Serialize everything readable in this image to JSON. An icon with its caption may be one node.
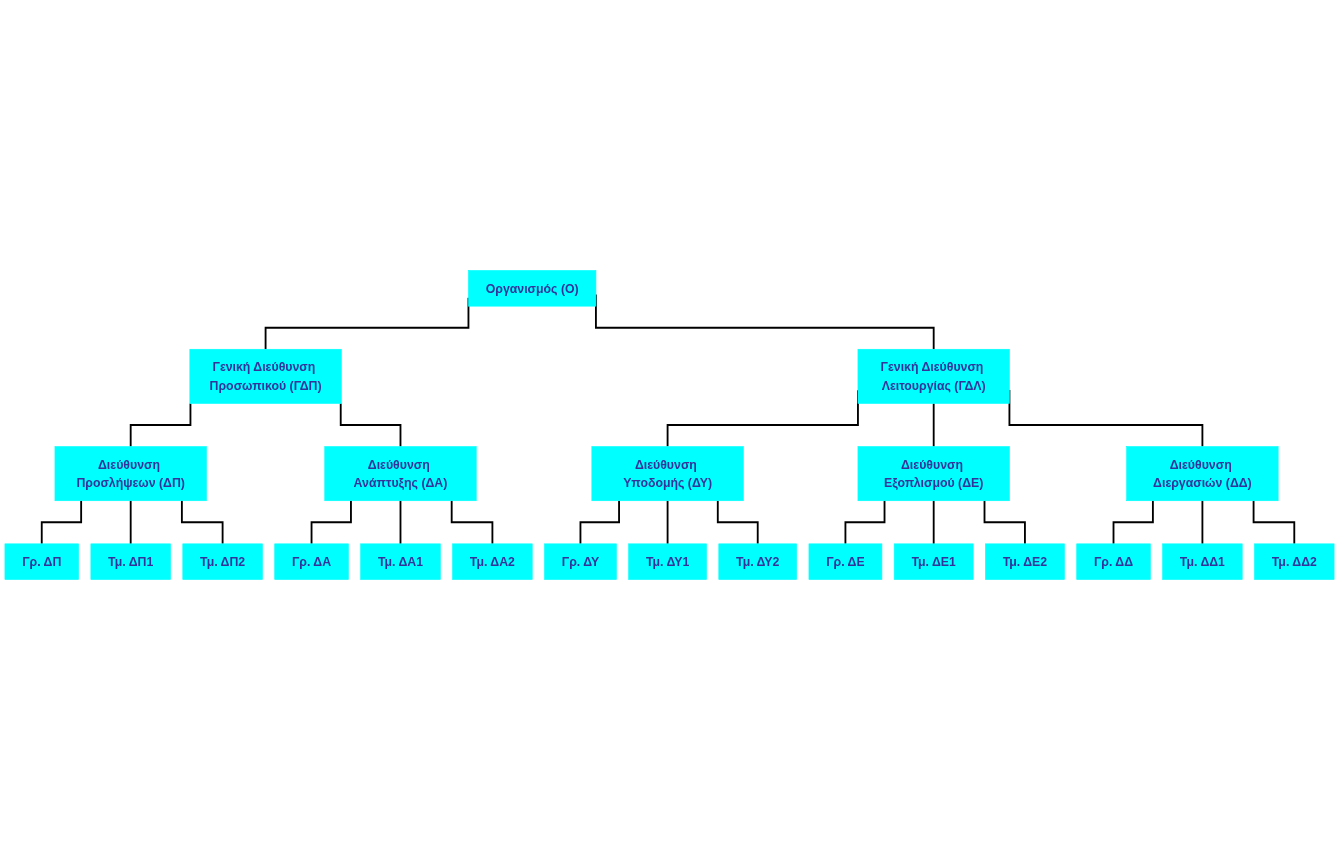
{
  "diagram": {
    "nodes": [
      {
        "text": [
          "Οργανισμός (Ο)"
        ]
      },
      {
        "text": [
          "Γενική Διεύθυνση Προσωπικού (ΓΔΠ)"
        ]
      },
      {
        "text": [
          "Γενική Διεύθυνση Λειτουργίας (ΓΔΛ)"
        ]
      },
      {
        "text": [
          "Διεύθυνση Προσλήψεων (ΔΠ)"
        ]
      },
      {
        "text": [
          "Διεύθυνση Ανάπτυξης (ΔΑ)"
        ]
      },
      {
        "text": [
          "Διεύθυνση Υποδομής (ΔΥ)"
        ]
      },
      {
        "text": [
          "Διεύθυνση Εξοπλισμού (ΔΕ)"
        ]
      },
      {
        "text": [
          "Διεύθυνση Διεργασιών (ΔΔ)"
        ]
      },
      {
        "text": [
          "Γρ. ΔΠ"
        ]
      },
      {
        "text": [
          "Τμ. ΔΠ1"
        ]
      },
      {
        "text": [
          "Τμ. ΔΠ2"
        ]
      },
      {
        "text": [
          "Γρ. ΔΑ"
        ]
      },
      {
        "text": [
          "Τμ. ΔΑ1"
        ]
      },
      {
        "text": [
          "Τμ. ΔΑ2"
        ]
      },
      {
        "text": [
          "Γρ. ΔΥ"
        ]
      },
      {
        "text": [
          "Τμ. ΔΥ1"
        ]
      },
      {
        "text": [
          "Τμ. ΔΥ2"
        ]
      },
      {
        "text": [
          "Γρ. ΔΕ"
        ]
      },
      {
        "text": [
          "Τμ. ΔΕ1"
        ]
      },
      {
        "text": [
          "Τμ. ΔΕ2"
        ]
      },
      {
        "text": [
          "Γρ. ΔΔ"
        ]
      },
      {
        "text": [
          "Τμ. ΔΔ1"
        ]
      },
      {
        "text": [
          "Τμ. ΔΔ2"
        ]
      }
    ],
    "edges": [
      {
        "from": 0,
        "to": 1,
        "arrow": "none"
      },
      {
        "from": 0,
        "to": 2,
        "arrow": "none"
      },
      {
        "from": 1,
        "to": 3,
        "arrow": "none"
      },
      {
        "from": 1,
        "to": 4,
        "arrow": "none"
      },
      {
        "from": 2,
        "to": 5,
        "arrow": "none"
      },
      {
        "from": 2,
        "to": 6,
        "arrow": "none"
      },
      {
        "from": 2,
        "to": 7,
        "arrow": "none"
      },
      {
        "from": 3,
        "to": 8,
        "arrow": "none"
      },
      {
        "from": 3,
        "to": 9,
        "arrow": "none"
      },
      {
        "from": 3,
        "to": 10,
        "arrow": "none"
      },
      {
        "from": 4,
        "to": 11,
        "arrow": "none"
      },
      {
        "from": 4,
        "to": 12,
        "arrow": "none"
      },
      {
        "from": 4,
        "to": 13,
        "arrow": "none"
      },
      {
        "from": 5,
        "to": 14,
        "arrow": "none"
      },
      {
        "from": 5,
        "to": 15,
        "arrow": "none"
      },
      {
        "from": 5,
        "to": 16,
        "arrow": "none"
      },
      {
        "from": 6,
        "to": 17,
        "arrow": "none"
      },
      {
        "from": 6,
        "to": 18,
        "arrow": "none"
      },
      {
        "from": 6,
        "to": 19,
        "arrow": "none"
      },
      {
        "from": 7,
        "to": 20,
        "arrow": "none"
      },
      {
        "from": 7,
        "to": 21,
        "arrow": "none"
      },
      {
        "from": 7,
        "to": 22,
        "arrow": "none"
      }
    ]
  }
}
